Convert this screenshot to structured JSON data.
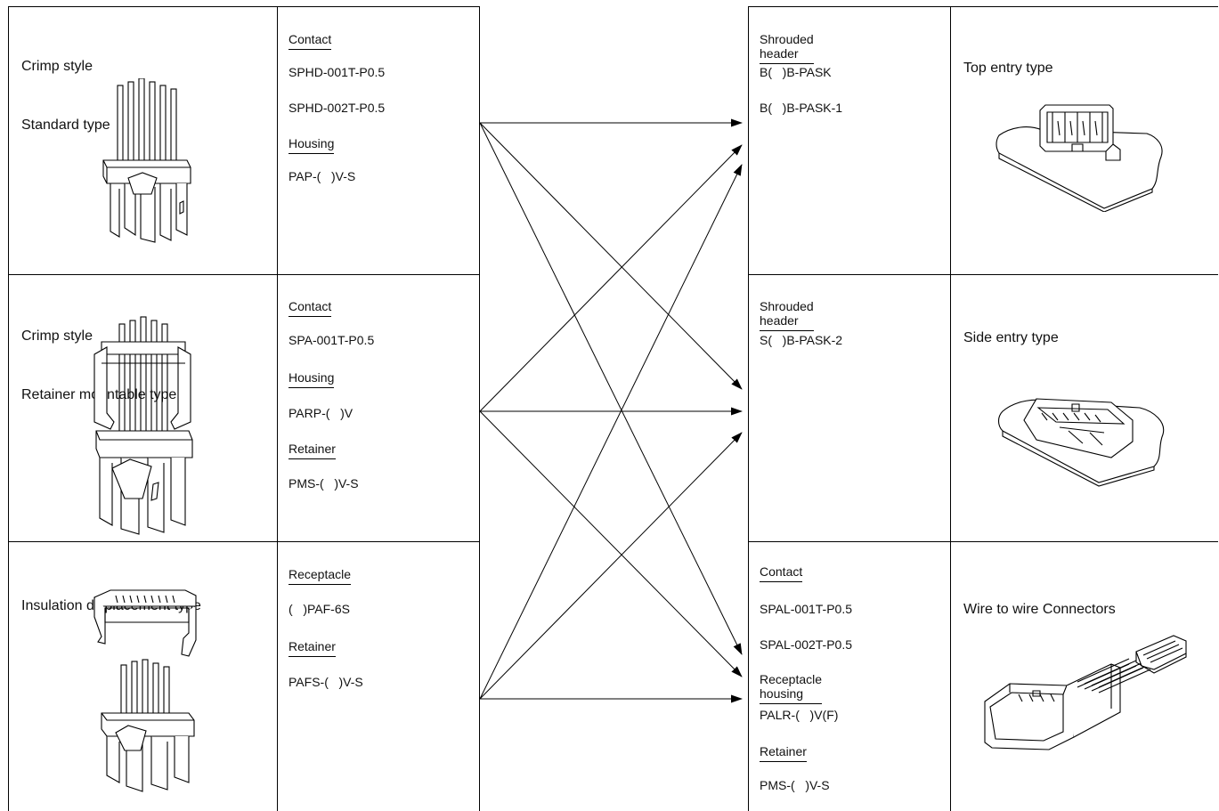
{
  "left_rows": [
    {
      "title_lines": [
        "Crimp style",
        "Standard type"
      ],
      "parts": [
        {
          "heading": "Contact",
          "items": [
            "SPHD-001T-P0.5",
            "SPHD-002T-P0.5"
          ]
        },
        {
          "heading": "Housing",
          "items": [
            "PAP-(   )V-S"
          ]
        }
      ]
    },
    {
      "title_lines": [
        "Crimp style",
        "Retainer mountable type"
      ],
      "parts": [
        {
          "heading": "Contact",
          "items": [
            "SPA-001T-P0.5"
          ]
        },
        {
          "heading": "Housing",
          "items": [
            "PARP-(   )V"
          ]
        },
        {
          "heading": "Retainer",
          "items": [
            "PMS-(   )V-S"
          ]
        }
      ]
    },
    {
      "title_lines": [
        "Insulation displacement type"
      ],
      "parts": [
        {
          "heading": "Receptacle",
          "items": [
            "(   )PAF-6S"
          ]
        },
        {
          "heading": "Retainer",
          "items": [
            "PAFS-(   )V-S"
          ]
        }
      ]
    }
  ],
  "right_rows": [
    {
      "title_lines": [
        "Top entry type"
      ],
      "parts": [
        {
          "heading": "Shrouded header",
          "items": [
            "B(   )B-PASK",
            "B(   )B-PASK-1"
          ]
        }
      ]
    },
    {
      "title_lines": [
        "Side entry type"
      ],
      "parts": [
        {
          "heading": "Shrouded header",
          "items": [
            "S(   )B-PASK-2"
          ]
        }
      ]
    },
    {
      "title_lines": [
        "Wire to wire Connectors"
      ],
      "parts": [
        {
          "heading": "Contact",
          "items": [
            "SPAL-001T-P0.5",
            "SPAL-002T-P0.5"
          ]
        },
        {
          "heading": "Receptacle housing",
          "items": [
            "PALR-(   )V(F)"
          ]
        },
        {
          "heading": "Retainer",
          "items": [
            "PMS-(   )V-S"
          ]
        }
      ]
    }
  ],
  "connections": [
    [
      0,
      0
    ],
    [
      0,
      1
    ],
    [
      0,
      2
    ],
    [
      1,
      0
    ],
    [
      1,
      1
    ],
    [
      1,
      2
    ],
    [
      2,
      0
    ],
    [
      2,
      1
    ],
    [
      2,
      2
    ]
  ]
}
